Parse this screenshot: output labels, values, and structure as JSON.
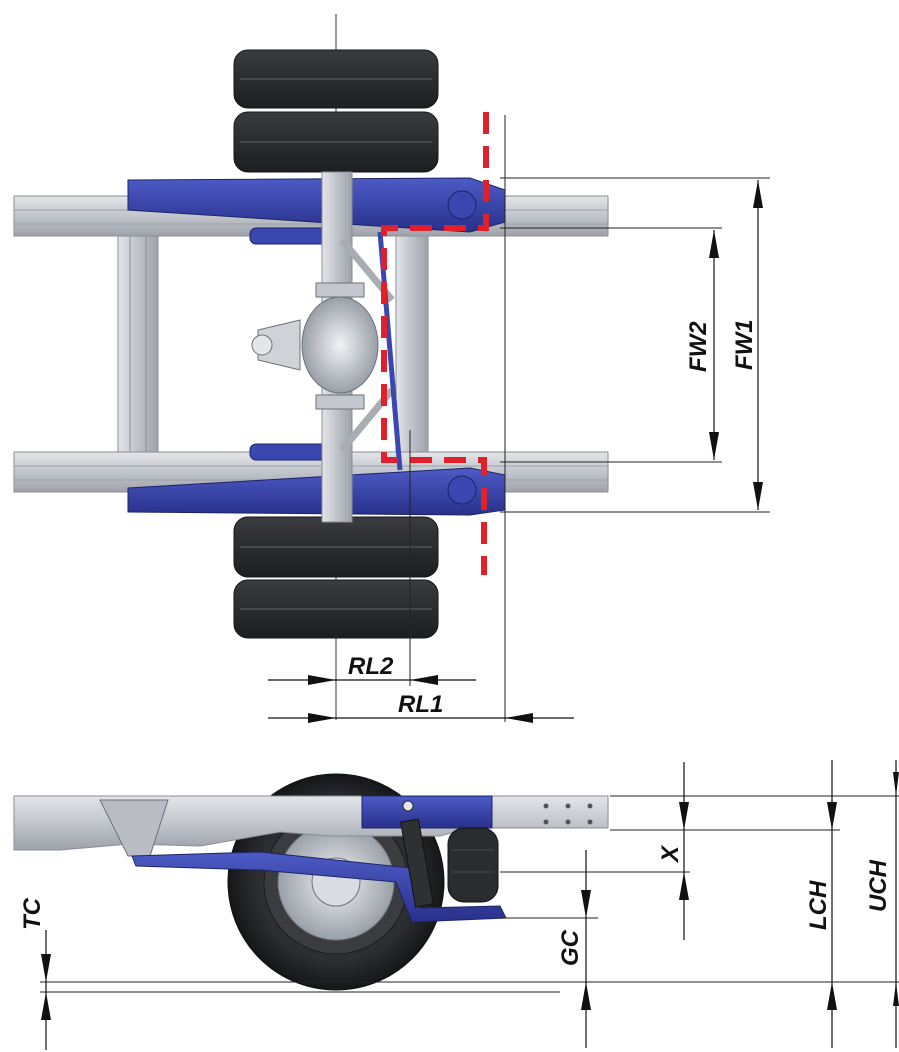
{
  "diagram": {
    "top_view": {
      "labels": {
        "fw2": "FW2",
        "fw1": "FW1",
        "rl2": "RL2",
        "rl1": "RL1"
      }
    },
    "side_view": {
      "labels": {
        "x": "X",
        "lch": "LCH",
        "uch": "UCH",
        "tc": "TC",
        "gc": "GC"
      }
    },
    "colors": {
      "frame": "#c7cad0",
      "frame_edge": "#8a8e96",
      "suspension": "#3a47b0",
      "suspension_dark": "#232c7a",
      "tire": "#2e3033",
      "tire_edge": "#1a1b1d",
      "cutline": "#e0202a"
    }
  }
}
